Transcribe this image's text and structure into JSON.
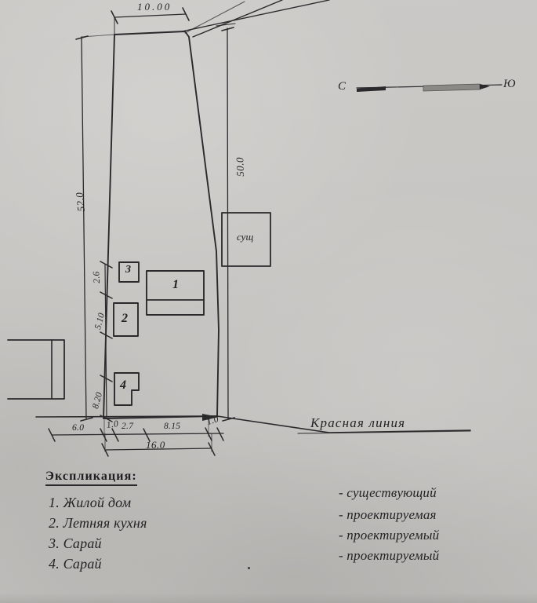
{
  "document": {
    "kind": "site-plan",
    "language": "ru"
  },
  "compass": {
    "north_label": "С",
    "south_label": "Ю"
  },
  "dimensions": {
    "top_width": "10.00",
    "left_total_height": "52.0",
    "right_height": "50.0",
    "left_segments": [
      "2.6",
      "5.10",
      "8.20"
    ],
    "bottom_chain": [
      "6.0",
      "1.0",
      "2.7",
      "8.15",
      "1.0"
    ],
    "bottom_total": "16.0"
  },
  "annotations": {
    "existing_building": "сущ",
    "red_line": "Красная линия"
  },
  "buildings": [
    {
      "num": "1"
    },
    {
      "num": "2"
    },
    {
      "num": "3"
    },
    {
      "num": "4"
    }
  ],
  "legend": {
    "title": "Экспликация:",
    "items": [
      "1. Жилой дом",
      "2. Летняя кухня",
      "3. Сарай",
      "4. Сарай"
    ],
    "notes": [
      "- существующий",
      "- проектируемая",
      "- проектируемый",
      "- проектируемый"
    ]
  },
  "colors": {
    "paper": "#c9c7c4",
    "ink": "#2a2a2c"
  }
}
